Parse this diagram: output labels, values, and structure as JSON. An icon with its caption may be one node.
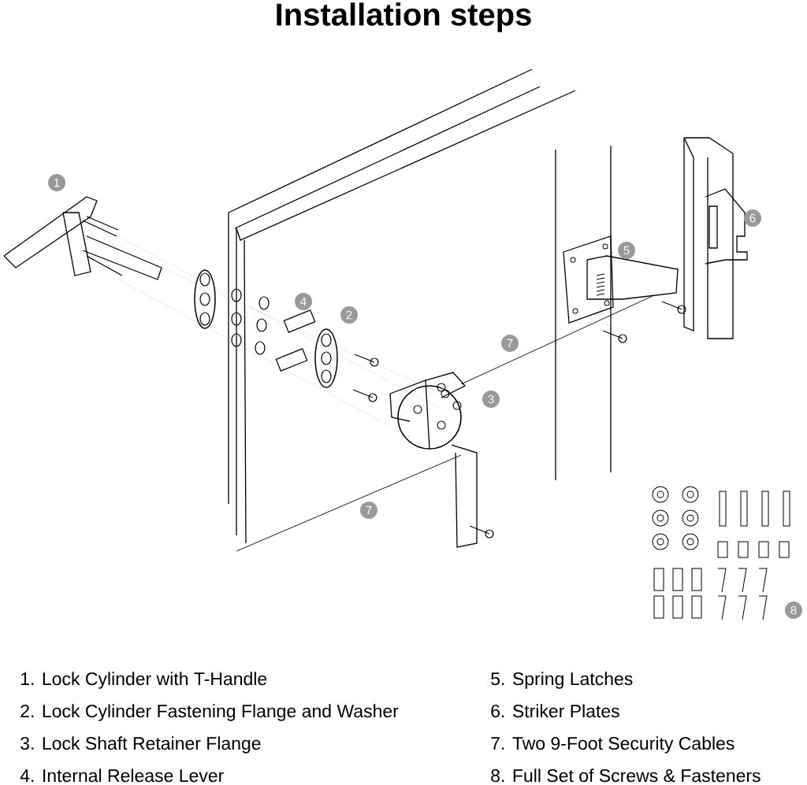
{
  "diagram": {
    "title": "Installation steps",
    "labels": [
      "1",
      "6",
      "5",
      "4",
      "2",
      "7",
      "3",
      "7",
      "8",
      "1.  Lock Cylinder with T-Handle",
      "5.  Spring Latches",
      "2.  Lock Cylinder Fastening Flange and Washer",
      "6.  Striker Plates",
      "3.  Lock Shaft Retainer Flange",
      "7.  Two 9-Foot Security Cables",
      "4.  Internal Release Lever",
      "8.  Full Set of Screws & Fasteners"
    ]
  }
}
